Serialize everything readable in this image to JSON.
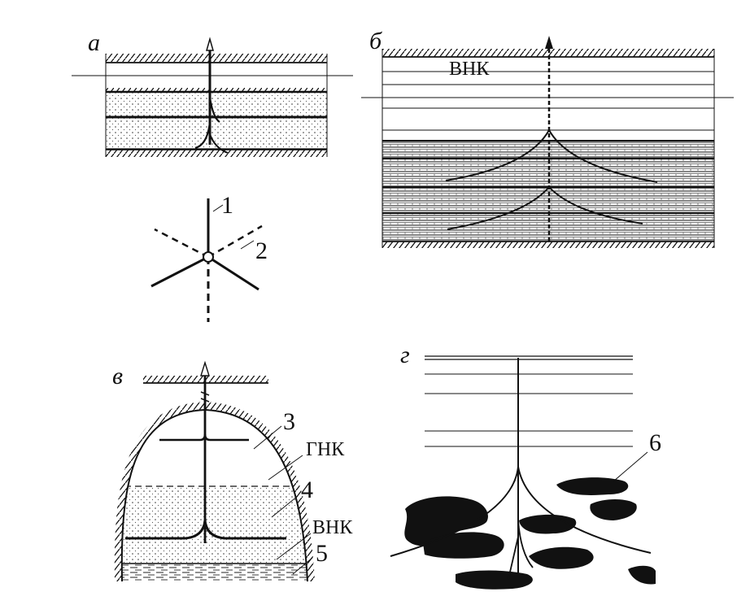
{
  "panels": {
    "a": {
      "letter": "а"
    },
    "b": {
      "letter": "б",
      "contact": "ВНК"
    },
    "v": {
      "letter": "в",
      "gas_contact": "ГНК",
      "water_contact": "ВНК"
    },
    "g": {
      "letter": "г"
    }
  },
  "callouts": {
    "n1": "1",
    "n2": "2",
    "n3": "3",
    "n4": "4",
    "n5": "5",
    "n6": "6"
  },
  "colors": {
    "ink": "#111111",
    "background": "#ffffff"
  }
}
